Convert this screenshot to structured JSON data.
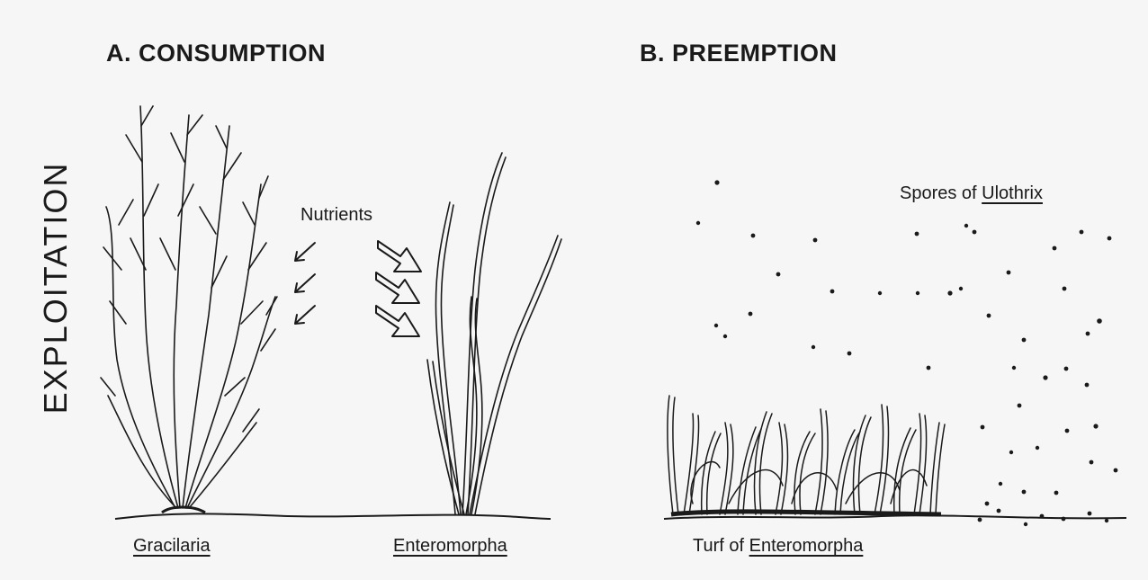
{
  "panels": {
    "a": {
      "heading": "A. CONSUMPTION"
    },
    "b": {
      "heading": "B. PREEMPTION"
    }
  },
  "side_label": "EXPLOITATION",
  "labels": {
    "nutrients": "Nutrients",
    "gracilaria": "Gracilaria",
    "enteromorpha": "Enteromorpha",
    "turf_prefix": "Turf of ",
    "turf_name": "Enteromorpha",
    "spores_prefix": "Spores of ",
    "spores_name": "Ulothrix"
  },
  "colors": {
    "ink": "#1a1a1a",
    "paper": "#f6f6f6"
  }
}
